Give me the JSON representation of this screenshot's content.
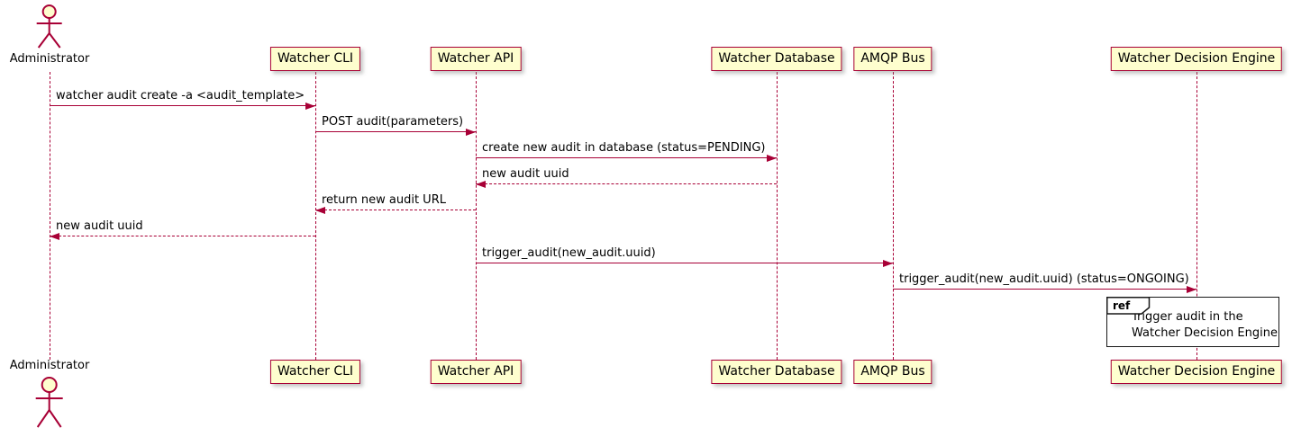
{
  "colors": {
    "participant_fill": "#FEFECE",
    "line": "#A80036",
    "frame_border": "#181818",
    "text": "#000000"
  },
  "participants": [
    {
      "name": "Administrator",
      "type": "actor"
    },
    {
      "name": "Watcher CLI",
      "type": "participant"
    },
    {
      "name": "Watcher API",
      "type": "participant"
    },
    {
      "name": "Watcher Database",
      "type": "participant"
    },
    {
      "name": "AMQP Bus",
      "type": "participant"
    },
    {
      "name": "Watcher Decision Engine",
      "type": "participant"
    }
  ],
  "messages": [
    {
      "from": "Administrator",
      "to": "Watcher CLI",
      "label": "watcher audit create -a <audit_template>",
      "line": "solid",
      "direction": "right"
    },
    {
      "from": "Watcher CLI",
      "to": "Watcher API",
      "label": "POST audit(parameters)",
      "line": "solid",
      "direction": "right"
    },
    {
      "from": "Watcher API",
      "to": "Watcher Database",
      "label": "create new audit in database (status=PENDING)",
      "line": "solid",
      "direction": "right"
    },
    {
      "from": "Watcher Database",
      "to": "Watcher API",
      "label": "new audit uuid",
      "line": "dashed",
      "direction": "left"
    },
    {
      "from": "Watcher API",
      "to": "Watcher CLI",
      "label": "return new audit URL",
      "line": "dashed",
      "direction": "left"
    },
    {
      "from": "Watcher CLI",
      "to": "Administrator",
      "label": "new audit uuid",
      "line": "dashed",
      "direction": "left"
    },
    {
      "from": "Watcher API",
      "to": "AMQP Bus",
      "label": "trigger_audit(new_audit.uuid)",
      "line": "solid",
      "direction": "right"
    },
    {
      "from": "AMQP Bus",
      "to": "Watcher Decision Engine",
      "label": "trigger_audit(new_audit.uuid) (status=ONGOING)",
      "line": "solid",
      "direction": "right"
    }
  ],
  "ref_fragment": {
    "keyword": "ref",
    "text_lines": [
      "Trigger audit in the",
      "Watcher Decision Engine"
    ]
  }
}
